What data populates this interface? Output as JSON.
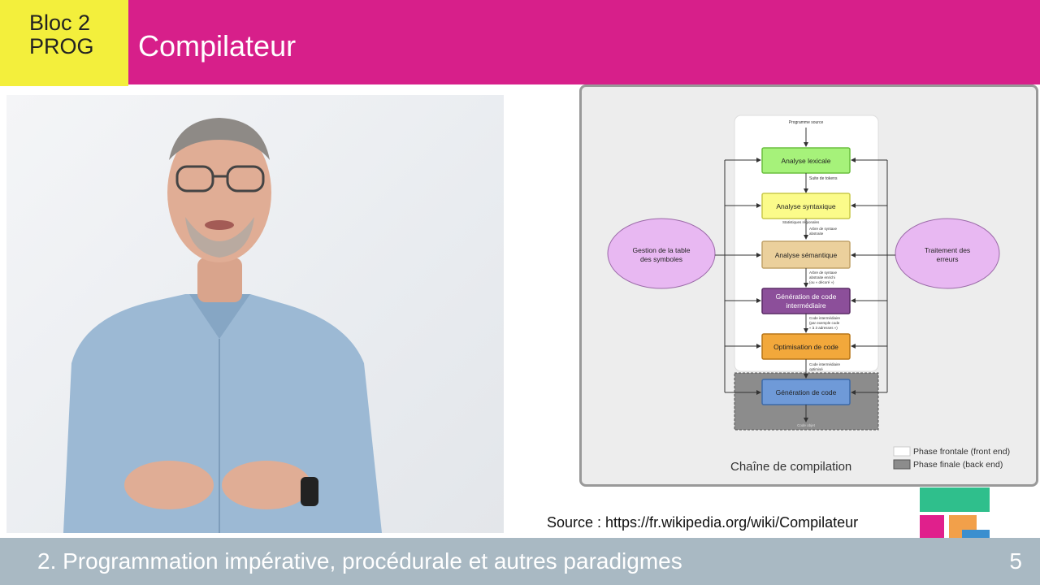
{
  "header": {
    "bloc_line1": "Bloc 2",
    "bloc_line2": "PROG",
    "title": "Compilateur"
  },
  "diagram": {
    "source_program": "Programme source",
    "stages": [
      {
        "label": "Analyse lexicale",
        "color": "#a6f27a"
      },
      {
        "label": "Analyse syntaxique",
        "color": "#fbfb8a"
      },
      {
        "label": "Analyse sémantique",
        "color": "#ebd09c"
      },
      {
        "label_line1": "Génération de code",
        "label_line2": "intermédiaire",
        "color": "#8c4f9a"
      },
      {
        "label": "Optimisation de code",
        "color": "#f2a83b"
      },
      {
        "label": "Génération de code",
        "color": "#6f9ad8"
      }
    ],
    "flows": {
      "tokens": "Suite de tokens",
      "stats": "Statistiques régionales",
      "ast_line1": "Arbre de syntaxe",
      "ast_line2": "abstraite",
      "ast_enriched_line1": "Arbre de syntaxe",
      "ast_enriched_line2": "abstraite enrichi",
      "ast_enriched_line3": "(ou « décoré »)",
      "ir_line1": "Code intermédiaire",
      "ir_line2": "(par exemple code",
      "ir_line3": "« à 3 adresses »)",
      "ir_opt_line1": "Code intermédiaire",
      "ir_opt_line2": "optimisé",
      "object_code": "Code objet"
    },
    "symbol_table_line1": "Gestion de la table",
    "symbol_table_line2": "des symboles",
    "errors_line1": "Traitement des",
    "errors_line2": "erreurs",
    "caption": "Chaîne de compilation",
    "legend_front": "Phase frontale (front end)",
    "legend_back": "Phase finale (back end)",
    "ellipse_color": "#e8b8f2"
  },
  "source_text": "Source : https://fr.wikipedia.org/wiki/Compilateur",
  "footer": {
    "text": "2. Programmation impérative, procédurale et autres paradigmes",
    "page": "5"
  },
  "colors": {
    "header": "#d71f8a",
    "bloc": "#f3ef3c",
    "footer": "#a9b9c3"
  }
}
